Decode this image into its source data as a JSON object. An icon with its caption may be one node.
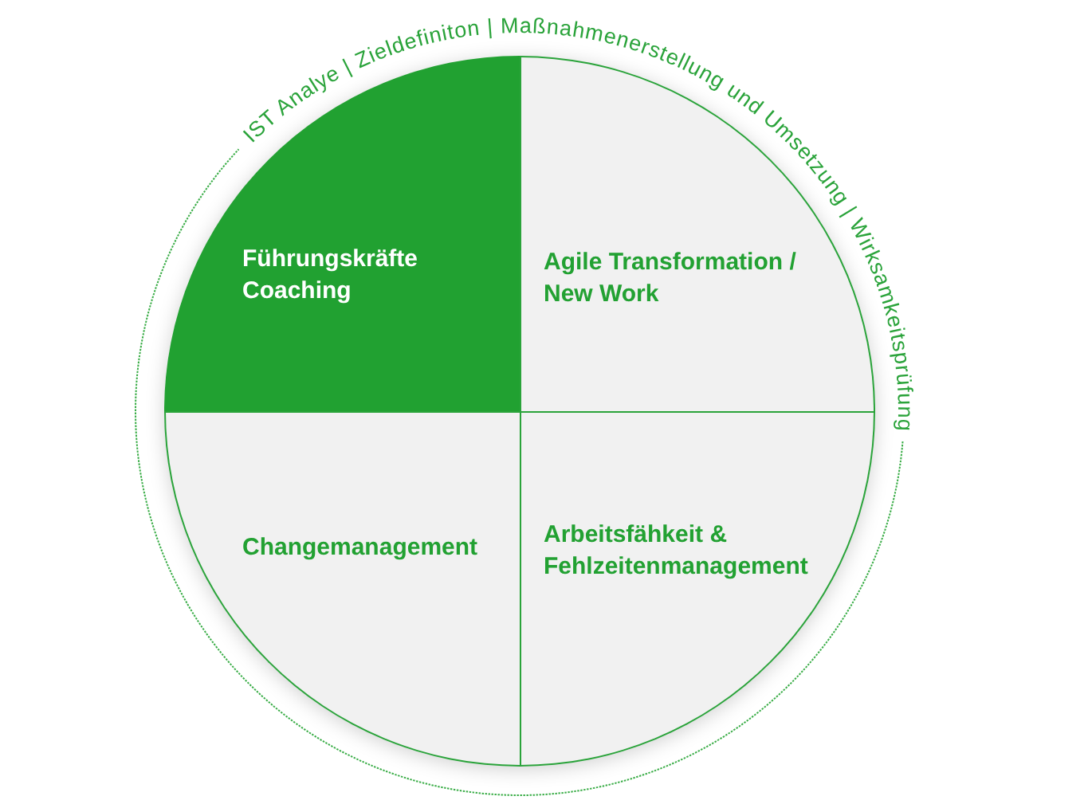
{
  "diagram": {
    "nodes": [
      {
        "text": [
          "Führungskräfte Coaching"
        ]
      },
      {
        "text": [
          "Agile Transformation / New Work"
        ]
      },
      {
        "text": [
          "Changemanagement"
        ]
      },
      {
        "text": [
          "Arbeitsfähkeit & Fehlzeitenmanagement"
        ]
      }
    ],
    "labels": [
      "IST Analye",
      "|",
      "Zieldefiniton",
      "|",
      "Maßnahmenerstellung und Umsetzung",
      "|",
      "Wirksamkeitsprüfung"
    ]
  }
}
